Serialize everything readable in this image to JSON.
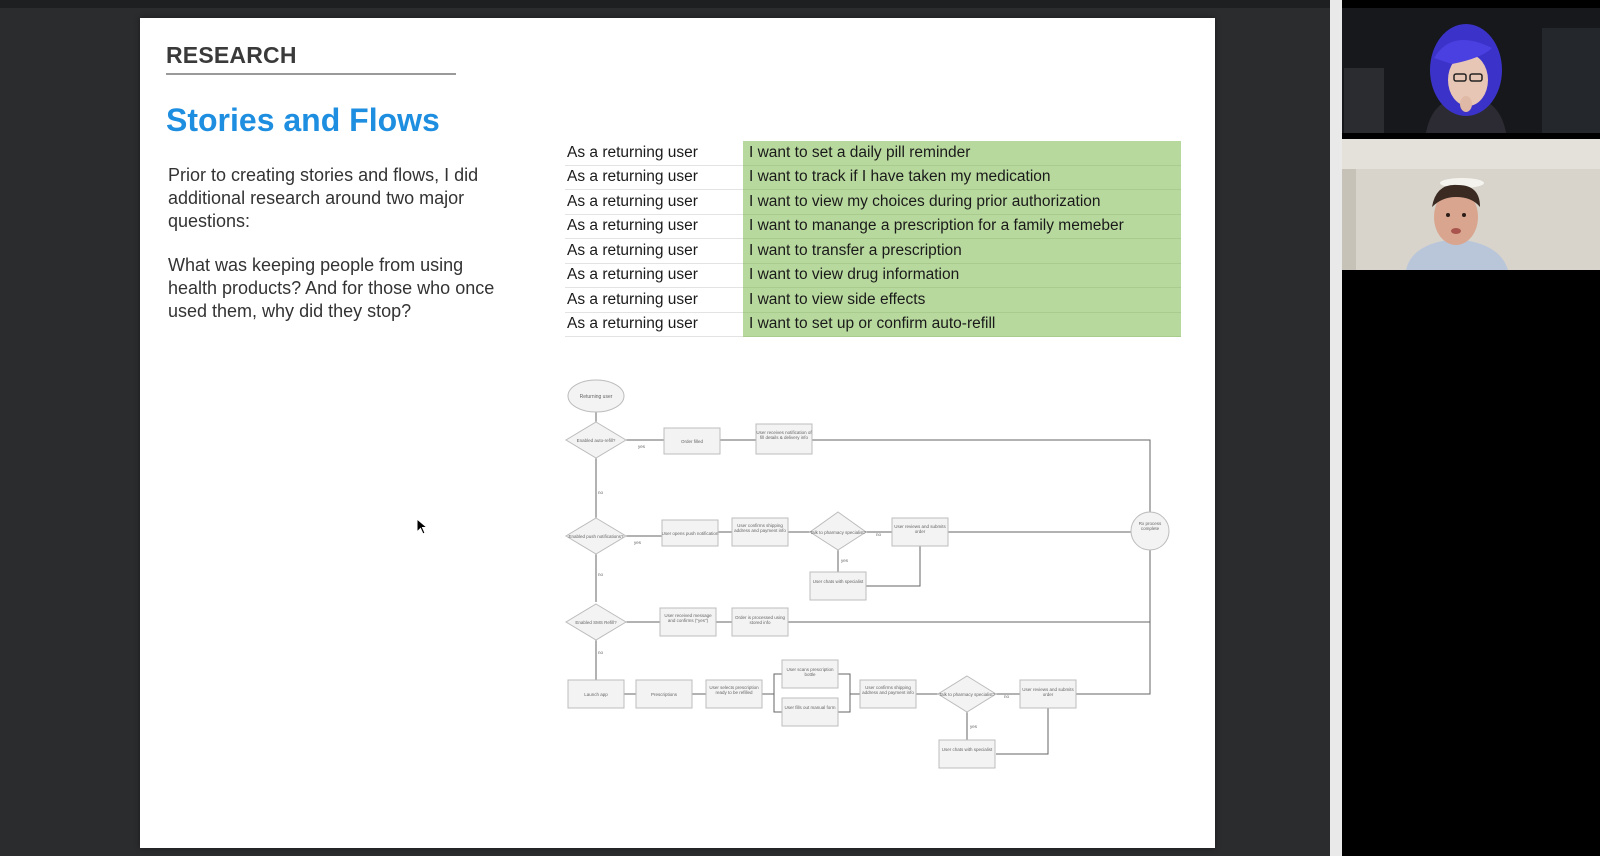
{
  "slide": {
    "section_label": "RESEARCH",
    "title": "Stories and Flows",
    "paragraph_1": "Prior to creating stories and flows, I did additional research around two major questions:",
    "paragraph_2": "What was keeping people from using health products? And for those who once used them, why did they stop?"
  },
  "stories": [
    {
      "role": "As a returning user",
      "want": "I want to set a daily pill reminder"
    },
    {
      "role": "As a returning user",
      "want": "I want to track if I have taken my medication"
    },
    {
      "role": "As a returning user",
      "want": "I want to view my choices during prior authorization"
    },
    {
      "role": "As a returning user",
      "want": "I want to manange a prescription for a family memeber"
    },
    {
      "role": "As a returning user",
      "want": "I want to transfer a prescription"
    },
    {
      "role": "As a returning user",
      "want": "I want to view drug information"
    },
    {
      "role": "As a returning user",
      "want": "I want to view side effects"
    },
    {
      "role": "As a returning user",
      "want": "I want to set up or confirm auto-refill"
    }
  ],
  "flow": {
    "start": "Returning user",
    "decisions": [
      "Enabled auto-refill?",
      "Enabled push notifications?",
      "Enabled SMS Refill?",
      "Talk to pharmacy specialist?",
      "Talk to pharmacy specialist?"
    ],
    "boxes": [
      "Order filled",
      "User receives notification of fill details & delivery info",
      "User opens push notification",
      "User confirms shipping address and payment info",
      "User reviews and submits order",
      "User chats with specialist",
      "User received message and confirms (\"yes\")",
      "Order is processed using stored info",
      "Launch app",
      "Prescriptions",
      "User selects prescription ready to be refilled",
      "User scans prescription bottle",
      "User fills out manual form",
      "User confirms shipping address and payment info",
      "User reviews and submits order",
      "User chats with specialist"
    ],
    "end": "Rx process complete",
    "yes_label": "yes",
    "no_label": "no"
  },
  "participants": [
    {
      "name_icon": "participant-video-woman"
    },
    {
      "name_icon": "participant-video-man"
    }
  ]
}
